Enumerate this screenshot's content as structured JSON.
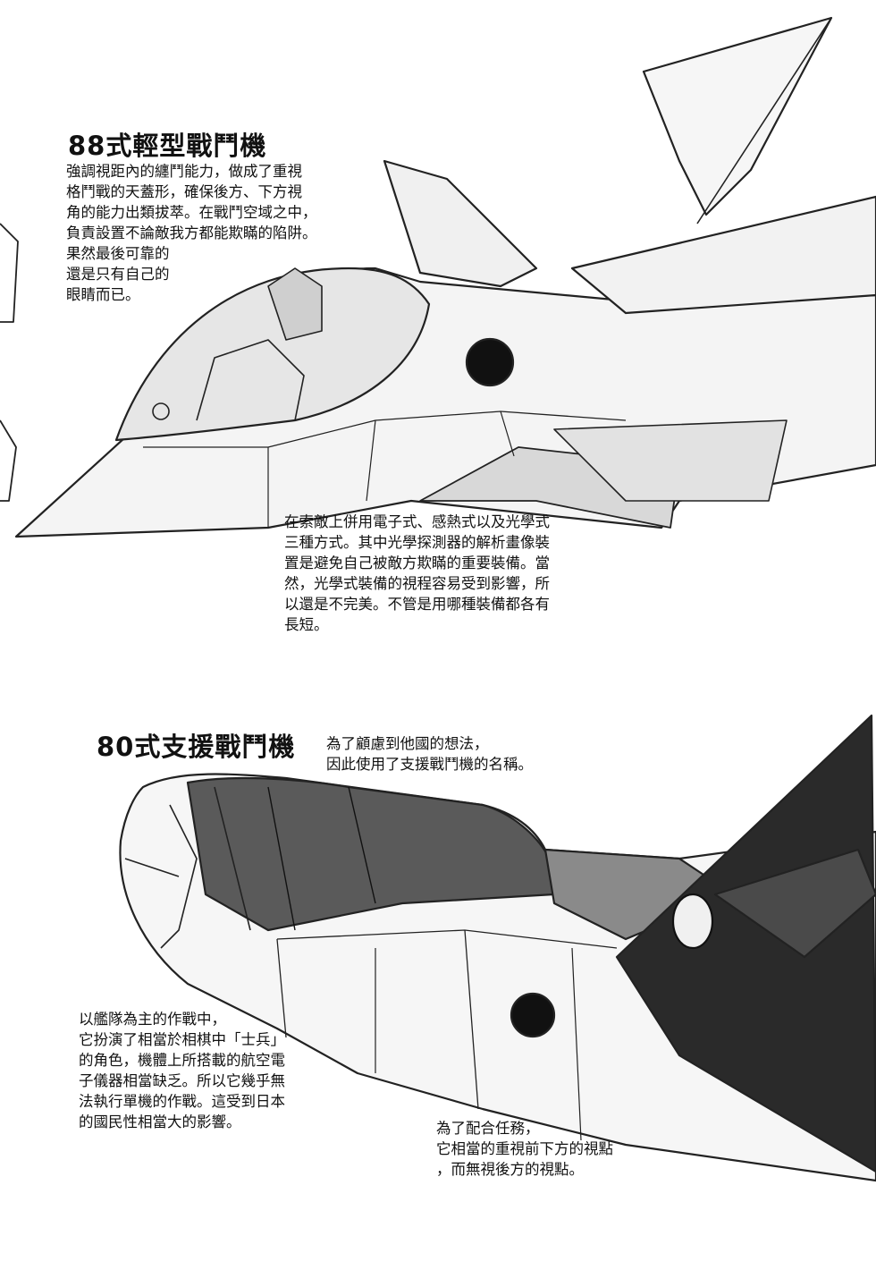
{
  "section1": {
    "title": "88式輕型戰鬥機",
    "caption_top": [
      "強調視距內的纏鬥能力，做成了重視",
      "格鬥戰的天蓋形，確保後方、下方視",
      "角的能力出類拔萃。在戰鬥空域之中，",
      "負責設置不論敵我方都能欺瞞的陷阱。",
      "果然最後可靠的",
      "還是只有自己的",
      "眼睛而已。"
    ],
    "caption_bottom": [
      "在索敵上併用電子式、感熱式以及光學式",
      "三種方式。其中光學探測器的解析畫像裝",
      "置是避免自己被敵方欺瞞的重要裝備。當",
      "然，光學式裝備的視程容易受到影響，所",
      "以還是不完美。不管是用哪種裝備都各有",
      "長短。"
    ]
  },
  "section2": {
    "title": "80式支援戰鬥機",
    "caption_top": [
      "為了顧慮到他國的想法，",
      "因此使用了支援戰鬥機的名稱。"
    ],
    "caption_left": [
      "以艦隊為主的作戰中，",
      "它扮演了相當於相棋中「士兵」",
      "的角色，機體上所搭載的航空電",
      "子儀器相當缺乏。所以它幾乎無",
      "法執行單機的作戰。這受到日本",
      "的國民性相當大的影響。"
    ],
    "caption_bottom": [
      "為了配合任務，",
      "它相當的重視前下方的視點",
      "，而無視後方的視點。"
    ]
  }
}
